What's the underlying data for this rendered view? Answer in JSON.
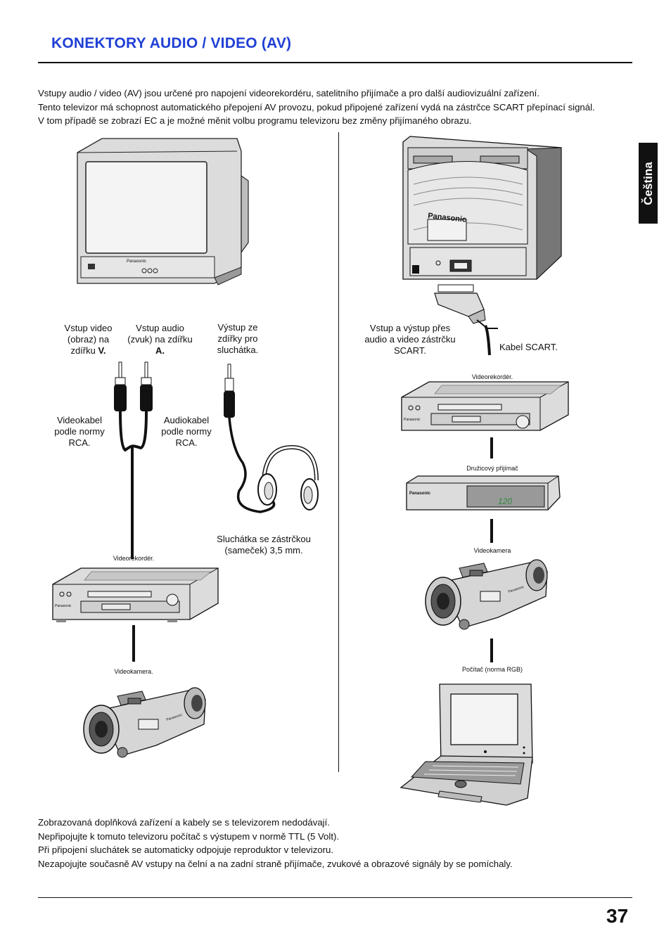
{
  "page": {
    "title": "KONEKTORY AUDIO / VIDEO (AV)",
    "language_tab": "Čeština",
    "page_number": "37"
  },
  "intro": [
    "Vstupy audio / video (AV) jsou určené pro napojení videorekordéru, satelitního přijímače a pro další audiovizuální zařízení.",
    "Tento televizor má schopnost automatického přepojení AV provozu, pokud připojené zařízení vydá na zástrčce SCART přepínací signál.",
    "V tom případě se zobrazí EC a je možné měnit volbu programu televizoru bez změny přijímaného obrazu."
  ],
  "left": {
    "video_input": {
      "prefix": "Vstup video (obraz) na zdířku ",
      "bold": "V."
    },
    "audio_input": {
      "prefix": "Vstup audio (zvuk) na zdířku ",
      "bold": "A."
    },
    "headphone_output": "Výstup ze zdířky pro sluchátka.",
    "video_cable": "Videokabel podle normy RCA.",
    "audio_cable": "Audiokabel podle normy RCA.",
    "headphones": "Sluchátka se zástrčkou (sameček) 3,5 mm.",
    "vcr": "Videorekordér.",
    "camcorder": "Videokamera."
  },
  "right": {
    "scart_io": "Vstup a výstup přes audio a video zástrčku SCART.",
    "scart_cable": "Kabel SCART.",
    "vcr": "Videorekordér.",
    "satellite": "Družicový přijímač",
    "camcorder": "Videokamera",
    "computer": "Počítač (norma RGB)"
  },
  "device_text": {
    "brand": "Panasonic",
    "sat_display": "120"
  },
  "notes": [
    "Zobrazovaná doplňková zařízení a kabely se s televizorem nedodávají.",
    "Nepřipojujte k tomuto televizoru počítač s výstupem v normě TTL (5 Volt).",
    "Při připojení sluchátek se automaticky odpojuje reproduktor v televizoru.",
    "Nezapojujte současně AV vstupy na čelní a na zadní straně přijímače, zvukové a obrazové signály by se pomíchaly."
  ],
  "colors": {
    "title": "#1f3fd6",
    "text": "#111111",
    "device_fill": "#d8d8d8",
    "device_dark": "#8a8a8a",
    "sat_display": "#2f8a3a"
  }
}
